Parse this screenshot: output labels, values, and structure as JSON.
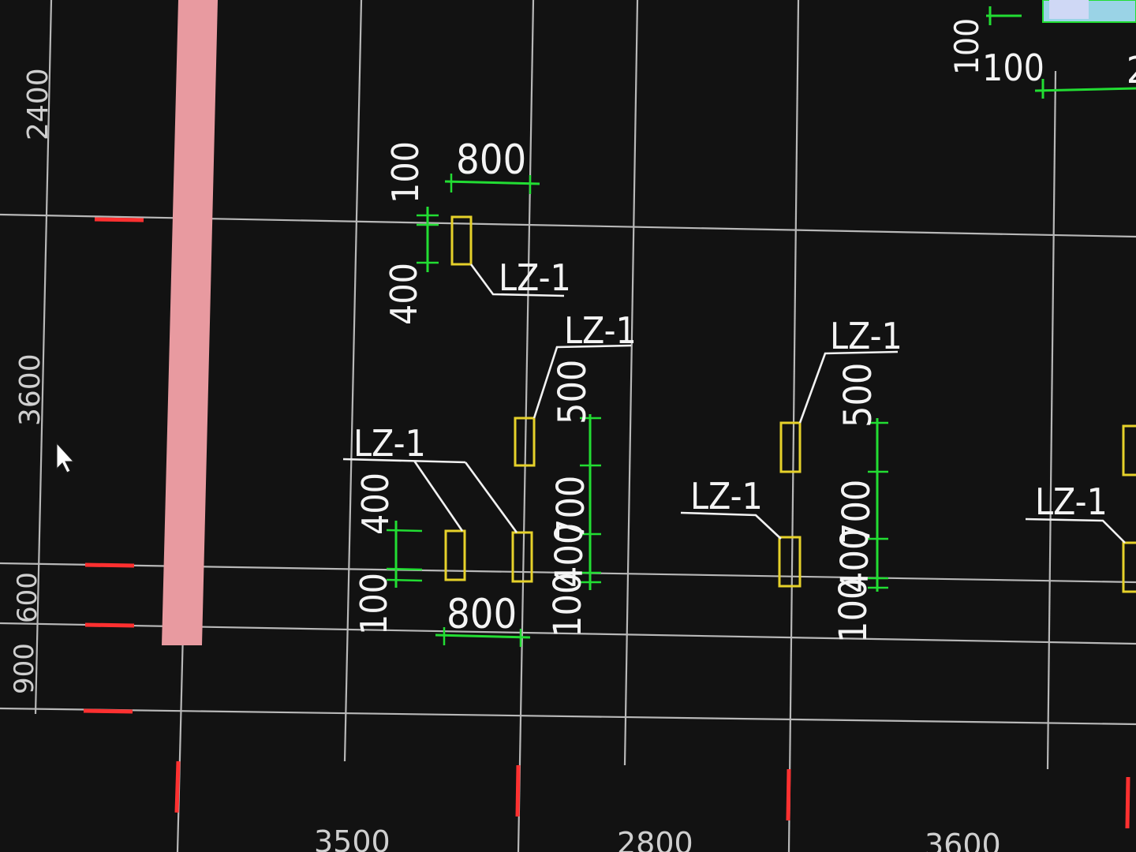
{
  "colors": {
    "background": "#121212",
    "grid": "#b8b8b8",
    "axis_tick": "#ff3030",
    "dimension": "#22dd33",
    "column": "#e6d12a",
    "wall": "#e89aa0",
    "text": "#f4f4f4"
  },
  "axis_spacing": {
    "left": [
      "2400",
      "3600",
      "600",
      "900"
    ],
    "bottom": [
      "3500",
      "2800",
      "3600"
    ]
  },
  "columns": {
    "label": "LZ-1"
  },
  "dimensions": {
    "d800_top": "800",
    "d100_top": "100",
    "d400_top": "400",
    "d400_left": "400",
    "d100_left": "100",
    "d800_bottom": "800",
    "d500_mid": "500",
    "d700_mid": "700",
    "d400_mid": "400",
    "d100_mid": "100",
    "d500_right": "500",
    "d700_right": "700",
    "d400_right": "400",
    "d100_right": "100",
    "d100_topright_h": "100",
    "d100_topright_v": "100"
  },
  "cursor_icon": "arrow-pointer-icon"
}
